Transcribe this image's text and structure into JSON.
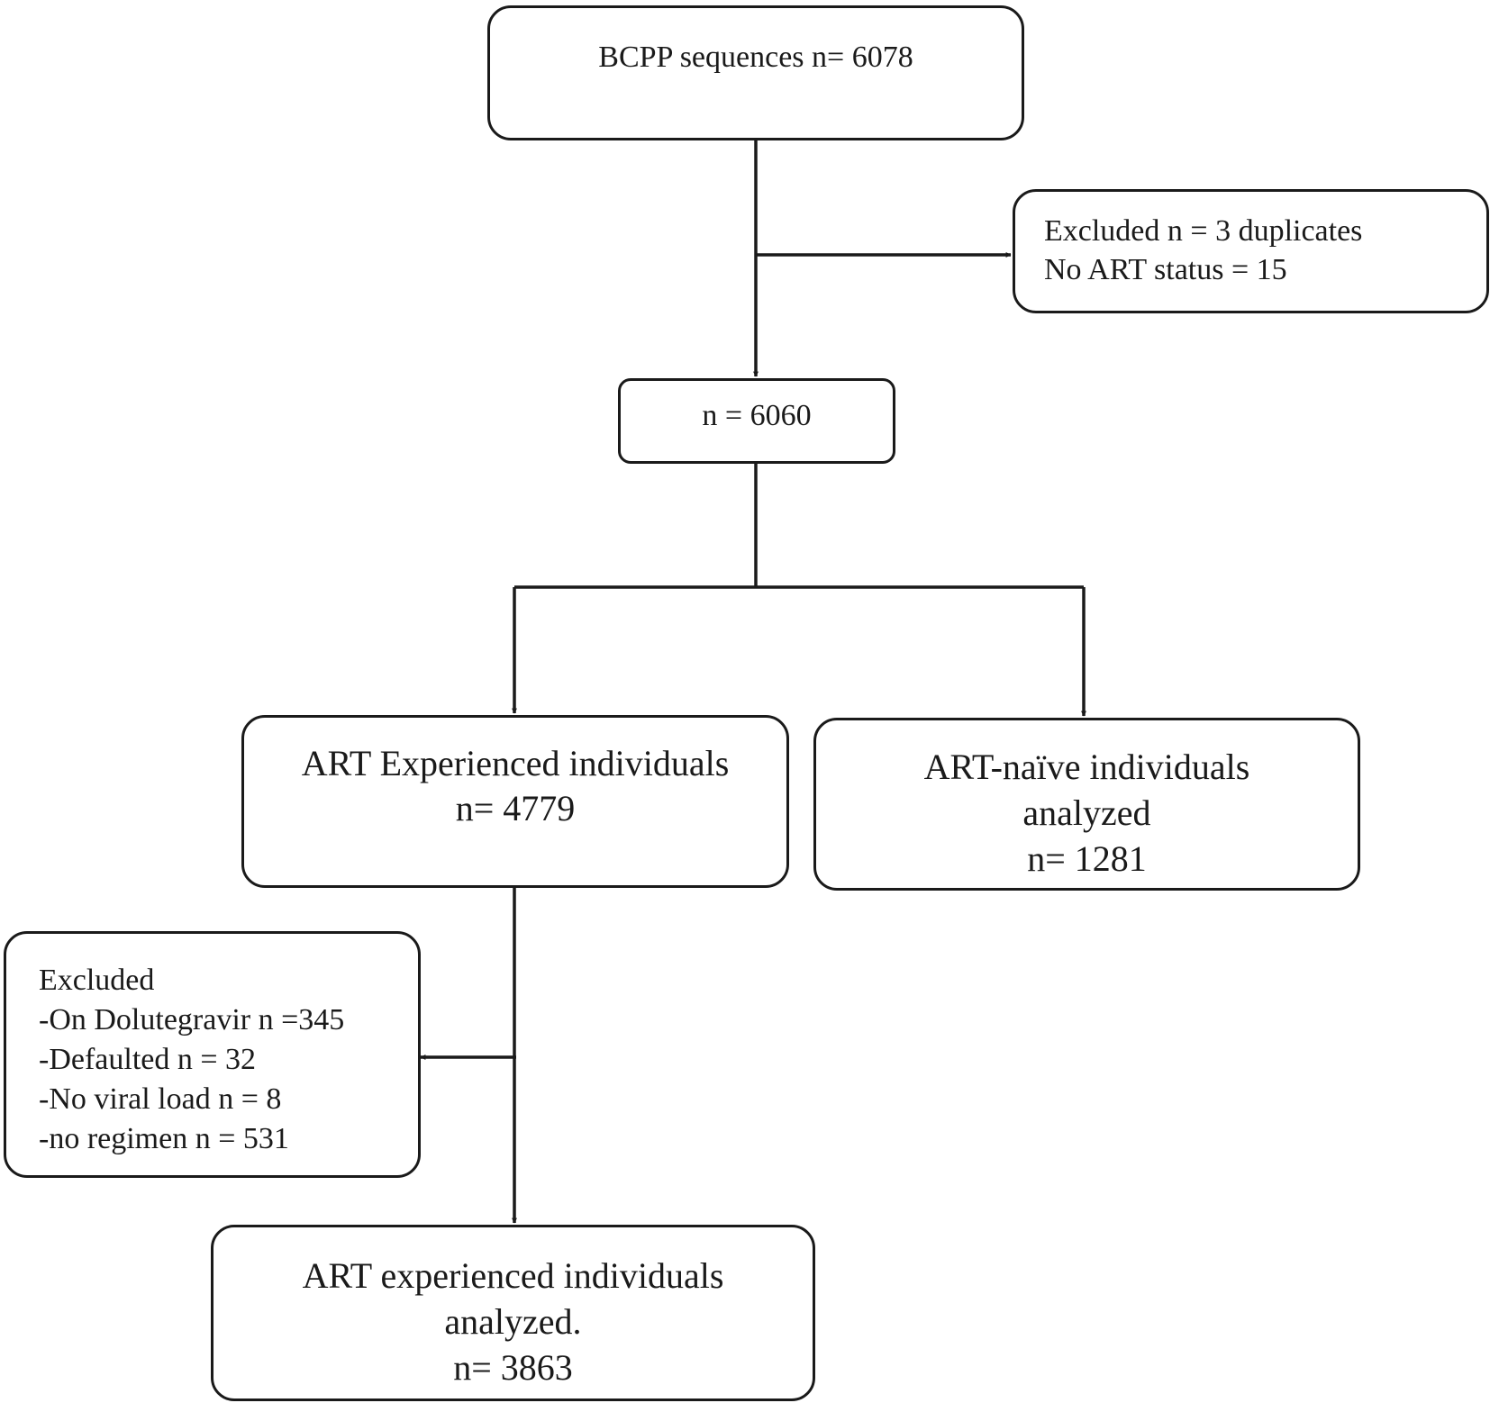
{
  "nodes": {
    "start": {
      "lines": [
        "BCPP sequences n= 6078"
      ]
    },
    "excluded_top": {
      "lines": [
        "Excluded n = 3 duplicates",
        "No ART status = 15"
      ]
    },
    "after_exclusion": {
      "lines": [
        "n = 6060"
      ]
    },
    "art_experienced": {
      "lines": [
        "ART Experienced individuals",
        "n= 4779"
      ]
    },
    "art_naive": {
      "lines": [
        "ART-naïve individuals",
        "analyzed",
        "n= 1281"
      ]
    },
    "excluded_bottom": {
      "lines": [
        "Excluded",
        "-On Dolutegravir n =345",
        "-Defaulted n = 32",
        "-No viral load n = 8",
        "-no regimen n = 531"
      ]
    },
    "final": {
      "lines": [
        "ART experienced individuals",
        "analyzed.",
        "n= 3863"
      ]
    }
  },
  "edges": [
    {
      "from": "start",
      "to": "after_exclusion"
    },
    {
      "from": "start",
      "to": "excluded_top"
    },
    {
      "from": "after_exclusion",
      "to": "art_experienced"
    },
    {
      "from": "after_exclusion",
      "to": "art_naive"
    },
    {
      "from": "art_experienced",
      "to": "final"
    },
    {
      "from": "art_experienced",
      "to": "excluded_bottom"
    }
  ]
}
